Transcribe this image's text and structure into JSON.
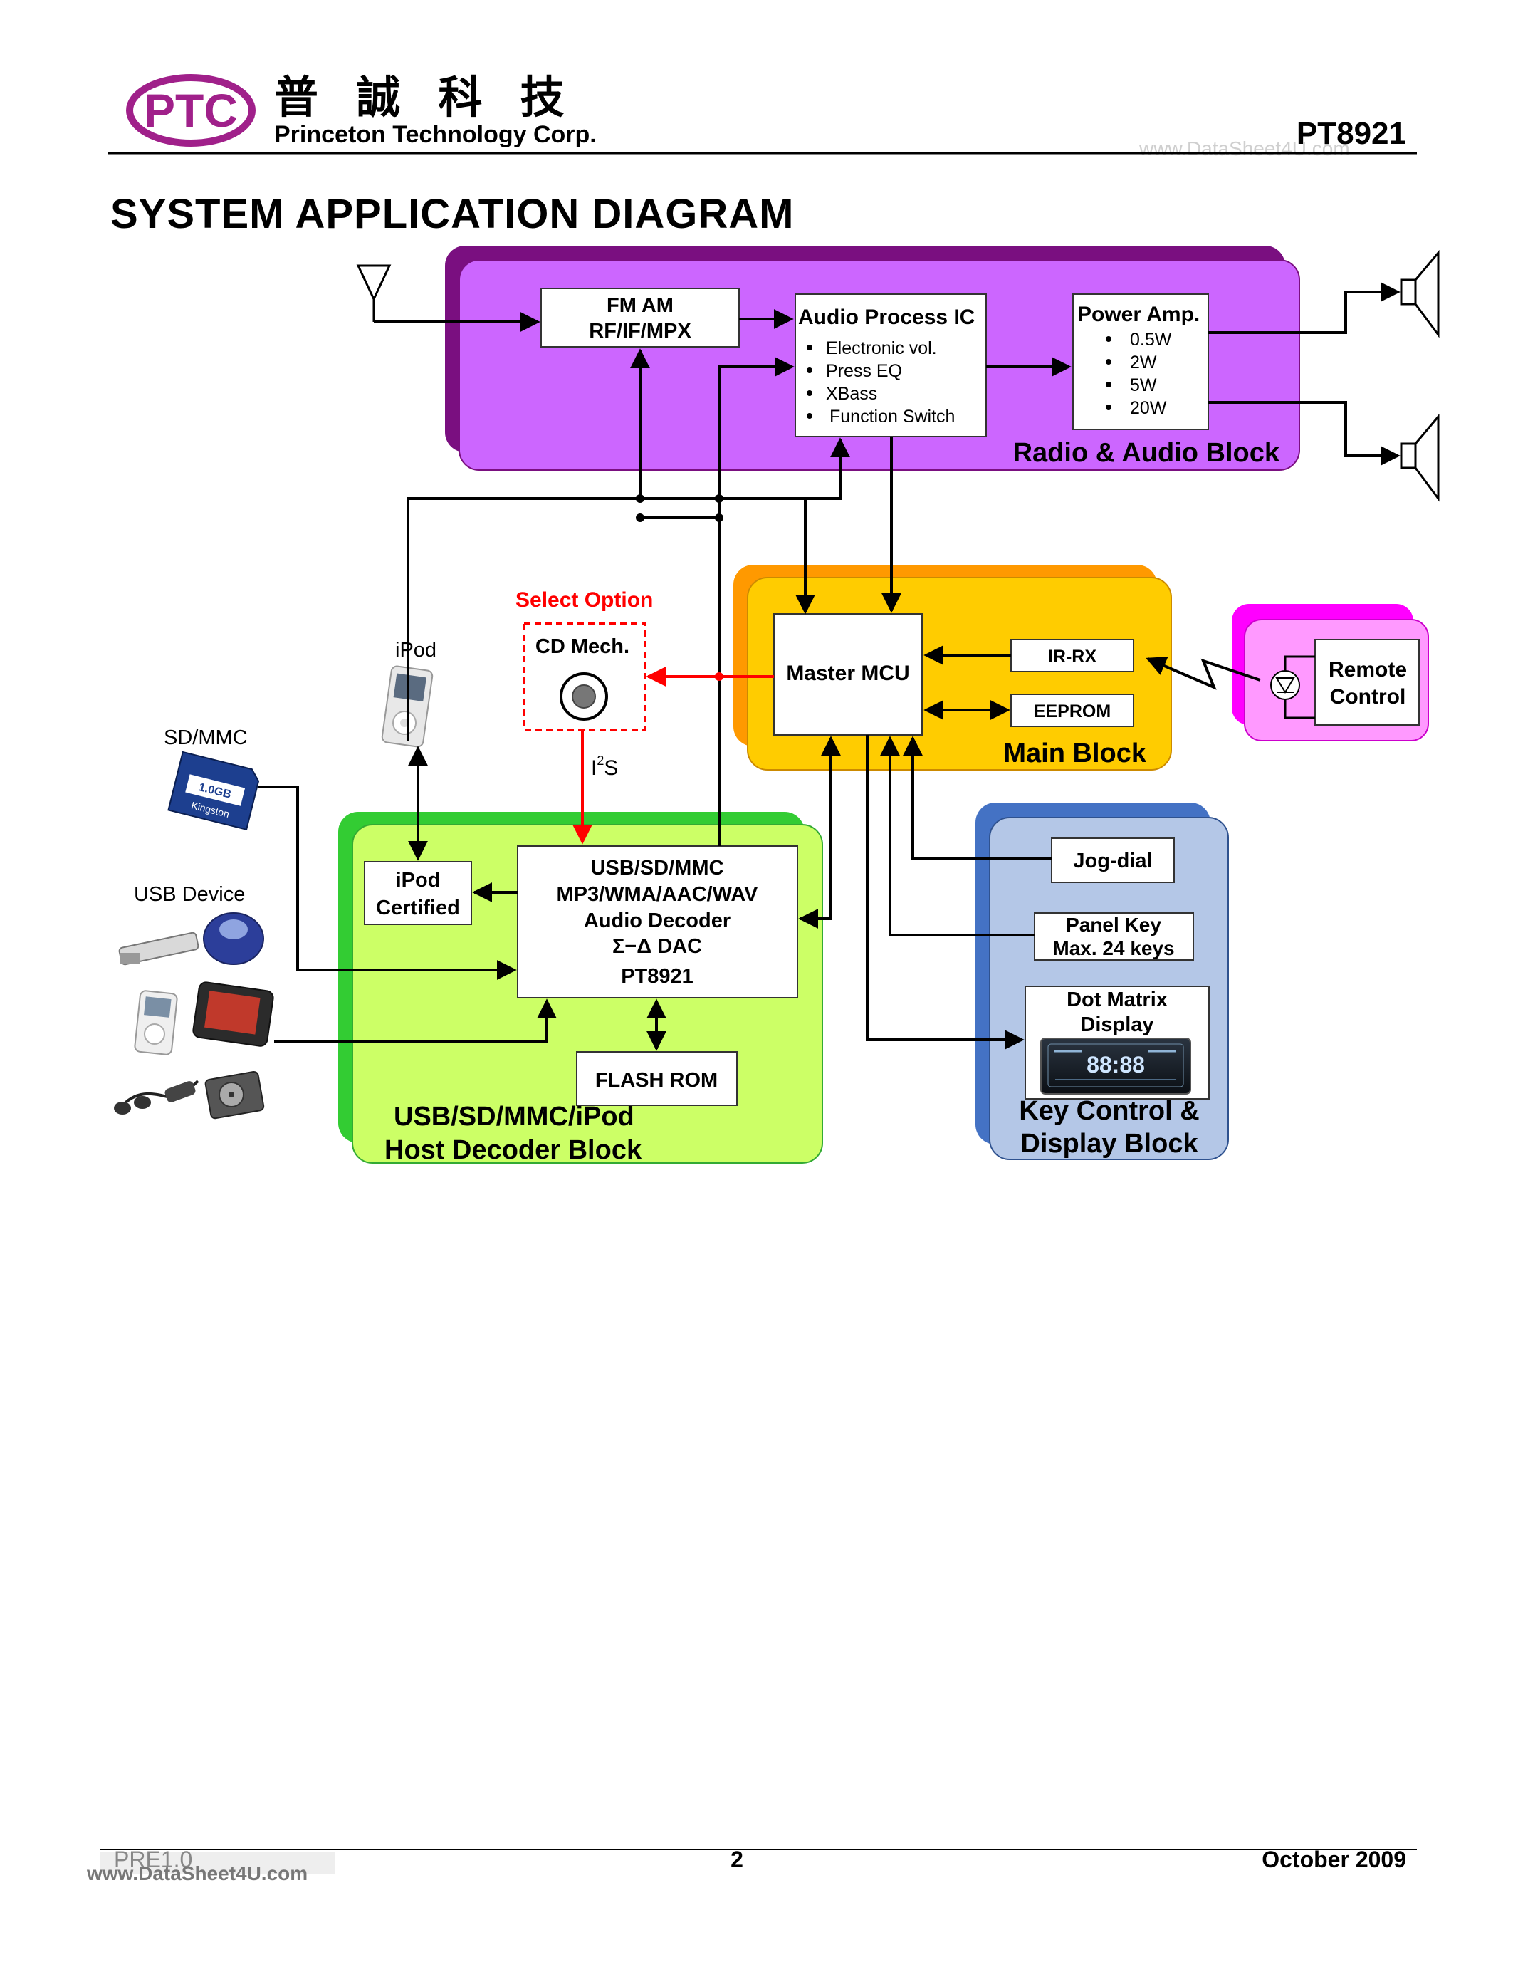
{
  "header": {
    "logo_text": "PTC",
    "company_cn": "普 誠 科 技",
    "company_en": "Princeton Technology Corp.",
    "part_number": "PT8921",
    "watermark": "www.DataSheet4U.com"
  },
  "page_title": "SYSTEM APPLICATION DIAGRAM",
  "blocks": {
    "radio": {
      "label": "Radio & Audio Block",
      "fm": [
        "FM AM",
        "RF/IF/MPX"
      ],
      "audio_ic": {
        "title": "Audio Process IC",
        "items": [
          "Electronic vol.",
          "Press EQ",
          "XBass",
          "Function Switch"
        ]
      },
      "power_amp": {
        "title": "Power Amp.",
        "items": [
          "0.5W",
          "2W",
          "5W",
          "20W"
        ]
      }
    },
    "main": {
      "label": "Main Block",
      "mcu": "Master MCU",
      "irrx": "IR-RX",
      "eeprom": "EEPROM"
    },
    "remote": {
      "label": [
        "Remote",
        "Control"
      ]
    },
    "cd": {
      "option": "Select Option",
      "label": "CD Mech.",
      "i2s_i": "I",
      "i2s_sup": "2",
      "i2s_s": "S"
    },
    "host": {
      "label": [
        "USB/SD/MMC/iPod",
        "Host Decoder Block"
      ],
      "decoder": [
        "USB/SD/MMC",
        "MP3/WMA/AAC/WAV",
        "Audio Decoder",
        "Σ−Δ DAC",
        "PT8921"
      ],
      "ipod_cert": [
        "iPod",
        "Certified"
      ],
      "flash": "FLASH ROM"
    },
    "key": {
      "label": [
        "Key Control &",
        "Display Block"
      ],
      "jog": "Jog-dial",
      "panel": [
        "Panel Key",
        "Max. 24 keys"
      ],
      "dot": [
        "Dot Matrix",
        "Display"
      ],
      "lcd_digits": "88:88"
    }
  },
  "devices": {
    "ipod": "iPod",
    "sd": "SD/MMC",
    "sd_card_text": "1.0GB",
    "sd_brand": "Kingston",
    "usb": "USB Device"
  },
  "footer": {
    "version": "PRE1.0",
    "page": "2",
    "date": "October 2009",
    "watermark": "www.DataSheet4U.com"
  },
  "colors": {
    "radio_block": "#cc66ff",
    "radio_shadow": "#7a0f80",
    "main_block": "#ffcc00",
    "main_shadow": "#ff9900",
    "remote_block": "#ff99ff",
    "remote_shadow": "#ff00ff",
    "host_block": "#ccff66",
    "host_shadow": "#33cc33",
    "key_block": "#b4c7e7",
    "key_shadow": "#4472c4",
    "option": "#ff0000"
  }
}
